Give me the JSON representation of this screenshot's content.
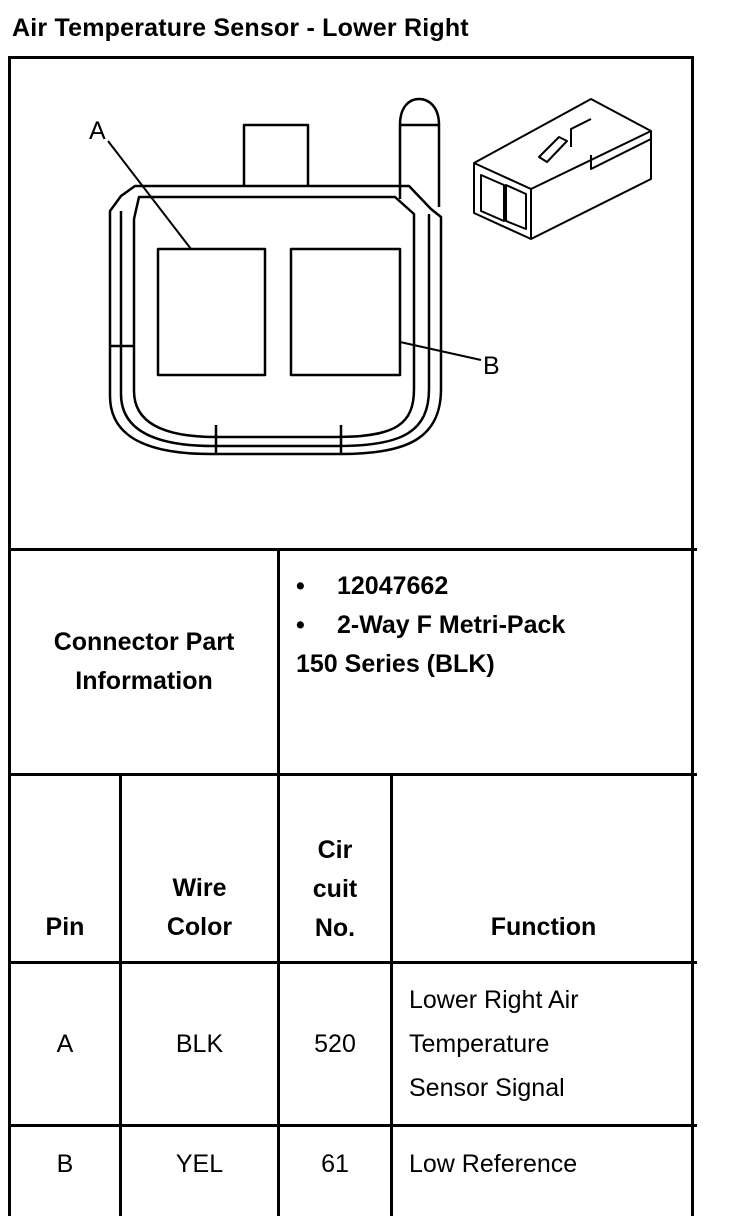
{
  "title": "Air Temperature Sensor - Lower Right",
  "diagram": {
    "label_a": "A",
    "label_b": "B"
  },
  "connector_info": {
    "label_line1": "Connector Part",
    "label_line2": "Information",
    "bullet": "•",
    "part_number": "12047662",
    "description_line1": "2-Way F Metri-Pack",
    "description_line2": "150 Series (BLK)"
  },
  "table": {
    "headers": {
      "pin": "Pin",
      "wire_color_line1": "Wire",
      "wire_color_line2": "Color",
      "circuit_line1": "Cir",
      "circuit_line2": "cuit",
      "circuit_line3": "No.",
      "function": "Function"
    },
    "rows": [
      {
        "pin": "A",
        "wire_color": "BLK",
        "circuit": "520",
        "function_line1": "Lower Right Air",
        "function_line2": "Temperature",
        "function_line3": "Sensor Signal"
      },
      {
        "pin": "B",
        "wire_color": "YEL",
        "circuit": "61",
        "function_line1": "Low Reference"
      }
    ]
  }
}
